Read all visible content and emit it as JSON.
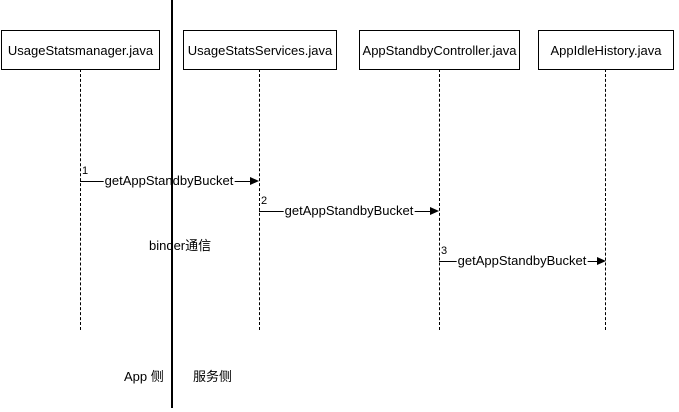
{
  "diagram": {
    "type": "sequence-diagram",
    "actors": [
      {
        "label": "UsageStatsmanager.java"
      },
      {
        "label": "UsageStatsServices.java"
      },
      {
        "label": "AppStandbyController.java"
      },
      {
        "label": "AppIdleHistory.java"
      }
    ],
    "messages": [
      {
        "seq": "1",
        "label": "getAppStandbyBucket",
        "from": "UsageStatsmanager.java",
        "to": "UsageStatsServices.java"
      },
      {
        "seq": "2",
        "label": "getAppStandbyBucket",
        "from": "UsageStatsServices.java",
        "to": "AppStandbyController.java"
      },
      {
        "seq": "3",
        "label": "getAppStandbyBucket",
        "from": "AppStandbyController.java",
        "to": "AppIdleHistory.java"
      }
    ],
    "annotations": {
      "binder": "binder通信",
      "app_side": "App 侧",
      "service_side": "服务侧"
    },
    "colors": {
      "line": "#000000",
      "background": "#ffffff"
    }
  }
}
